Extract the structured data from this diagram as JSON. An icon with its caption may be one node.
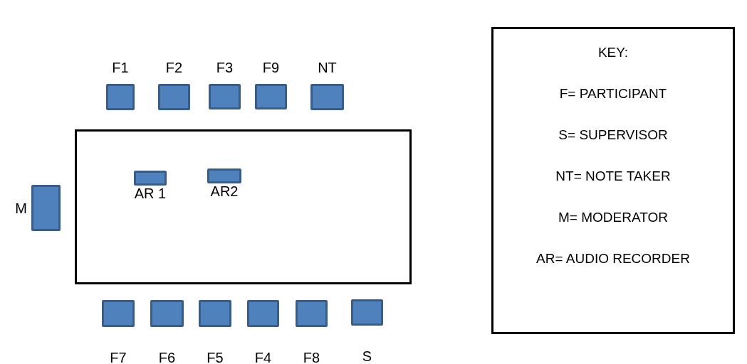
{
  "diagram": {
    "nodes": [
      {
        "text": [
          "F1"
        ]
      },
      {
        "text": [
          "F2"
        ]
      },
      {
        "text": [
          "F3"
        ]
      },
      {
        "text": [
          "F9"
        ]
      },
      {
        "text": [
          "NT"
        ]
      },
      {
        "text": [],
        "shape": "box"
      },
      {
        "text": [
          "AR 1"
        ],
        "in": 5
      },
      {
        "text": [
          "AR2"
        ],
        "in": 5
      },
      {
        "text": [
          "M"
        ]
      },
      {
        "text": [
          "F7"
        ]
      },
      {
        "text": [
          "F6"
        ]
      },
      {
        "text": [
          "F5"
        ]
      },
      {
        "text": [
          "F4"
        ]
      },
      {
        "text": [
          "F8"
        ]
      },
      {
        "text": [
          "S"
        ]
      },
      {
        "text": [
          "KEY:",
          "F= PARTICIPANT",
          "S= SUPERVISOR",
          "NT= NOTE TAKER",
          "M= MODERATOR",
          "AR= AUDIO RECORDER"
        ]
      }
    ]
  }
}
